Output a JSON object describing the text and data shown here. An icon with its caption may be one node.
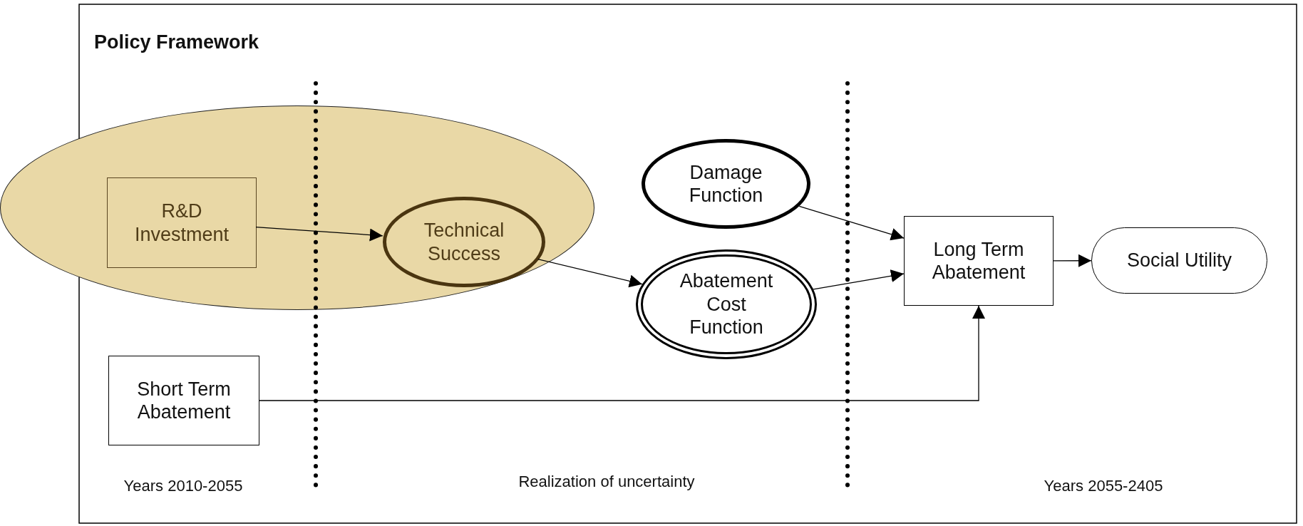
{
  "diagram": {
    "title": "Policy Framework",
    "nodes": [
      {
        "text": [],
        "shape": "ellipse"
      },
      {
        "text": [
          "R&D Investment"
        ],
        "in": 0
      },
      {
        "text": [
          "Technical Success"
        ],
        "in": 0
      },
      {
        "text": [
          "Damage Function"
        ]
      },
      {
        "text": [
          "Abatement Cost Function"
        ]
      },
      {
        "text": [
          "Long Term Abatement"
        ]
      },
      {
        "text": [
          "Social Utility"
        ]
      },
      {
        "text": [
          "Short Term Abatement"
        ]
      }
    ],
    "edges": [
      {
        "from": 1,
        "to": 2,
        "arrow": "to"
      },
      {
        "from": 2,
        "to": 4,
        "arrow": "to"
      },
      {
        "from": 3,
        "to": 5,
        "arrow": "to"
      },
      {
        "from": 4,
        "to": 5,
        "arrow": "to"
      },
      {
        "from": 5,
        "to": 6,
        "arrow": "to"
      },
      {
        "from": 7,
        "to": 5,
        "arrow": "to"
      }
    ],
    "labels": [
      "Years 2010-2055",
      "Realization of uncertainty",
      "Years 2055-2405"
    ]
  }
}
